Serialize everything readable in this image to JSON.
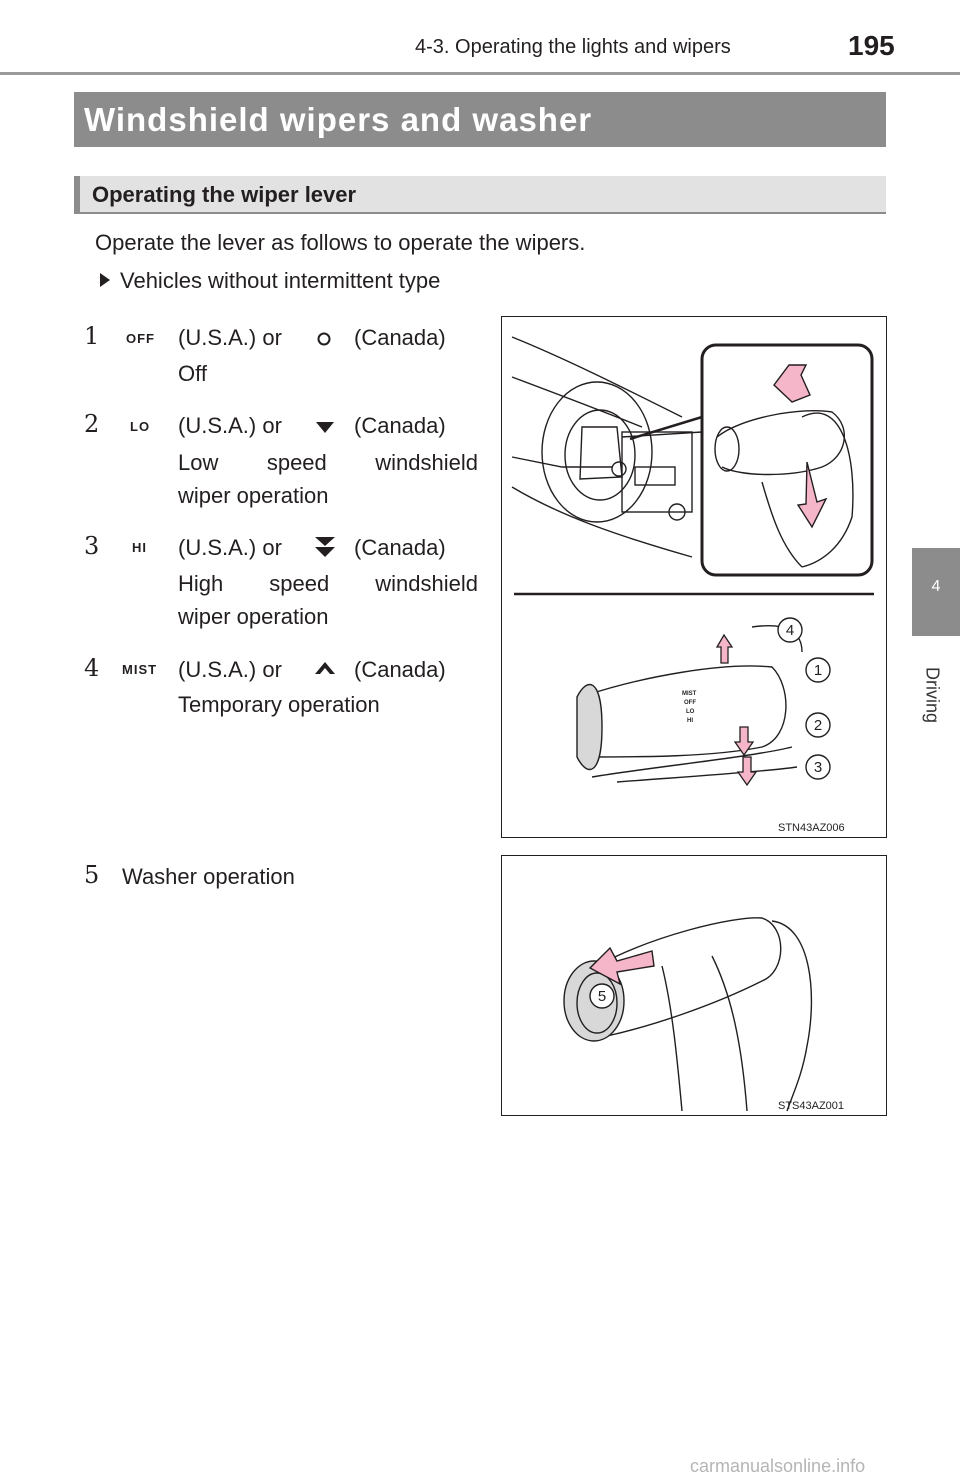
{
  "header": {
    "section": "4-3. Operating the lights and wipers",
    "page_number": "195"
  },
  "chapter_tab": {
    "number": "4",
    "name": "Driving"
  },
  "title": "Windshield wipers and washer",
  "subtitle": "Operating the wiper lever",
  "intro": "Operate the lever as follows to operate the wipers.",
  "bullet": "Vehicles without intermittent type",
  "items": [
    {
      "number": "1",
      "us_label": "OFF",
      "region_prefix": "(U.S.A.) or",
      "region_suffix": "(Canada)",
      "line1": "Off",
      "line2": "",
      "canada_icon": "circle-icon"
    },
    {
      "number": "2",
      "us_label": "LO",
      "region_prefix": "(U.S.A.) or",
      "region_suffix": "(Canada)",
      "line1": "Low speed windshield",
      "line2": "wiper operation",
      "canada_icon": "single-down-triangle-icon"
    },
    {
      "number": "3",
      "us_label": "HI",
      "region_prefix": "(U.S.A.) or",
      "region_suffix": "(Canada)",
      "line1": "High speed windshield",
      "line2": "wiper operation",
      "canada_icon": "double-down-triangle-icon"
    },
    {
      "number": "4",
      "us_label": "MIST",
      "region_prefix": "(U.S.A.) or",
      "region_suffix": "(Canada)",
      "line1": "Temporary operation",
      "line2": "",
      "canada_icon": "up-chevron-icon"
    },
    {
      "number": "5",
      "line1": "Washer operation"
    }
  ],
  "figures": [
    {
      "code": "STN43AZ006",
      "callouts": [
        "4",
        "1",
        "2",
        "3"
      ],
      "lever_marks": [
        "MIST",
        "OFF",
        "LO",
        "HI"
      ]
    },
    {
      "code": "STS43AZ001",
      "callouts": [
        "5"
      ]
    }
  ],
  "watermark": "carmanualsonline.info",
  "colors": {
    "bar_gray": "#8c8c8c",
    "sub_bar_bg": "#e2e2e2",
    "arrow_pink": "#f4b6c8"
  }
}
